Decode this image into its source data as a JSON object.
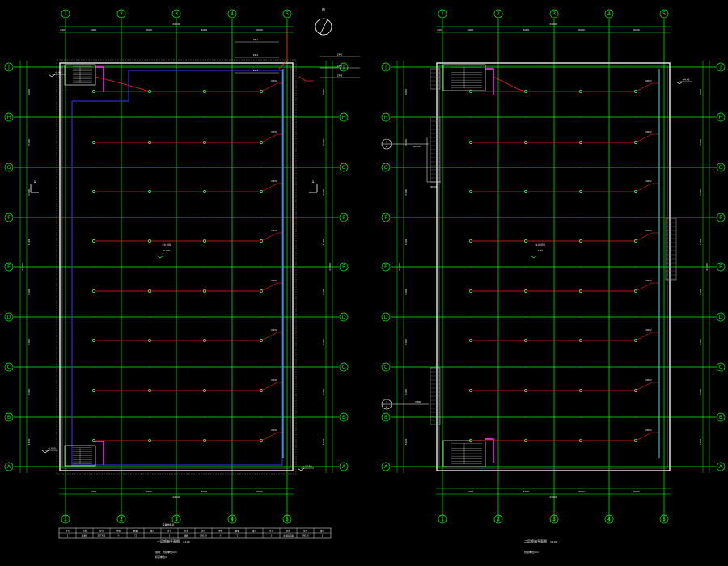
{
  "colors": {
    "background": "#000000",
    "axis": "#00ff00",
    "pipe": "#ff2020",
    "sprinkler": "#44ff66",
    "wall": "#cfcfcf",
    "magenta": "#ff3cff",
    "blue": "#3a3aff",
    "cyan": "#40e0e0",
    "white": "#ffffff"
  },
  "grid": {
    "column_labels": [
      "1",
      "2",
      "3",
      "4",
      "5"
    ],
    "row_labels": [
      "J",
      "H",
      "G",
      "F",
      "E",
      "D",
      "C",
      "B",
      "A"
    ],
    "bay_dims": [
      "6000",
      "6000",
      "6000",
      "6000"
    ],
    "total_dim": "24000",
    "end_dim": "240",
    "row_dims": [
      "2400",
      "5100",
      "5100",
      "5100",
      "5100",
      "5100",
      "5100",
      "5100"
    ],
    "total_row_dim": "41400"
  },
  "left_plan": {
    "elev_top": "-0.45",
    "elev_bottom": "-0.050",
    "elev_br": "+2.150",
    "section_mark": "1",
    "center_label": "±0.000",
    "center_sub": "0.000",
    "branch_tag": "DN32",
    "top_notes": [
      "ZP-1",
      "ZP-2",
      "ZP-3"
    ],
    "table_title": "设备材料表",
    "table_headers": [
      "序号",
      "名称",
      "型号",
      "单位",
      "数量",
      "备注",
      "序号",
      "名称",
      "型号",
      "单位",
      "数量",
      "备注",
      "序号",
      "名称",
      "型号",
      "备注"
    ],
    "table_row": [
      "1",
      "喷淋头",
      "ZSTX15",
      "个",
      "72",
      "",
      "2",
      "闸阀",
      "DN150",
      "个",
      "1",
      "",
      "3",
      "水流指示器",
      "DN150",
      "1"
    ],
    "title": "一层喷淋平面图",
    "scale": "1:100",
    "notes": [
      "说明：管径单位mm",
      "标高单位m"
    ]
  },
  "right_plan": {
    "elev_top": "+4.45",
    "center_label": "±4.450",
    "center_sub": "4.45",
    "branch_tag": "DN32",
    "side_marks": [
      "1",
      "2",
      "1",
      "2"
    ],
    "side_tag": "DN100",
    "side_tag2": "DN80",
    "title": "二层喷淋平面图",
    "scale": "1:100",
    "notes": [
      "管径单位mm"
    ]
  },
  "north_symbol_label": "N"
}
